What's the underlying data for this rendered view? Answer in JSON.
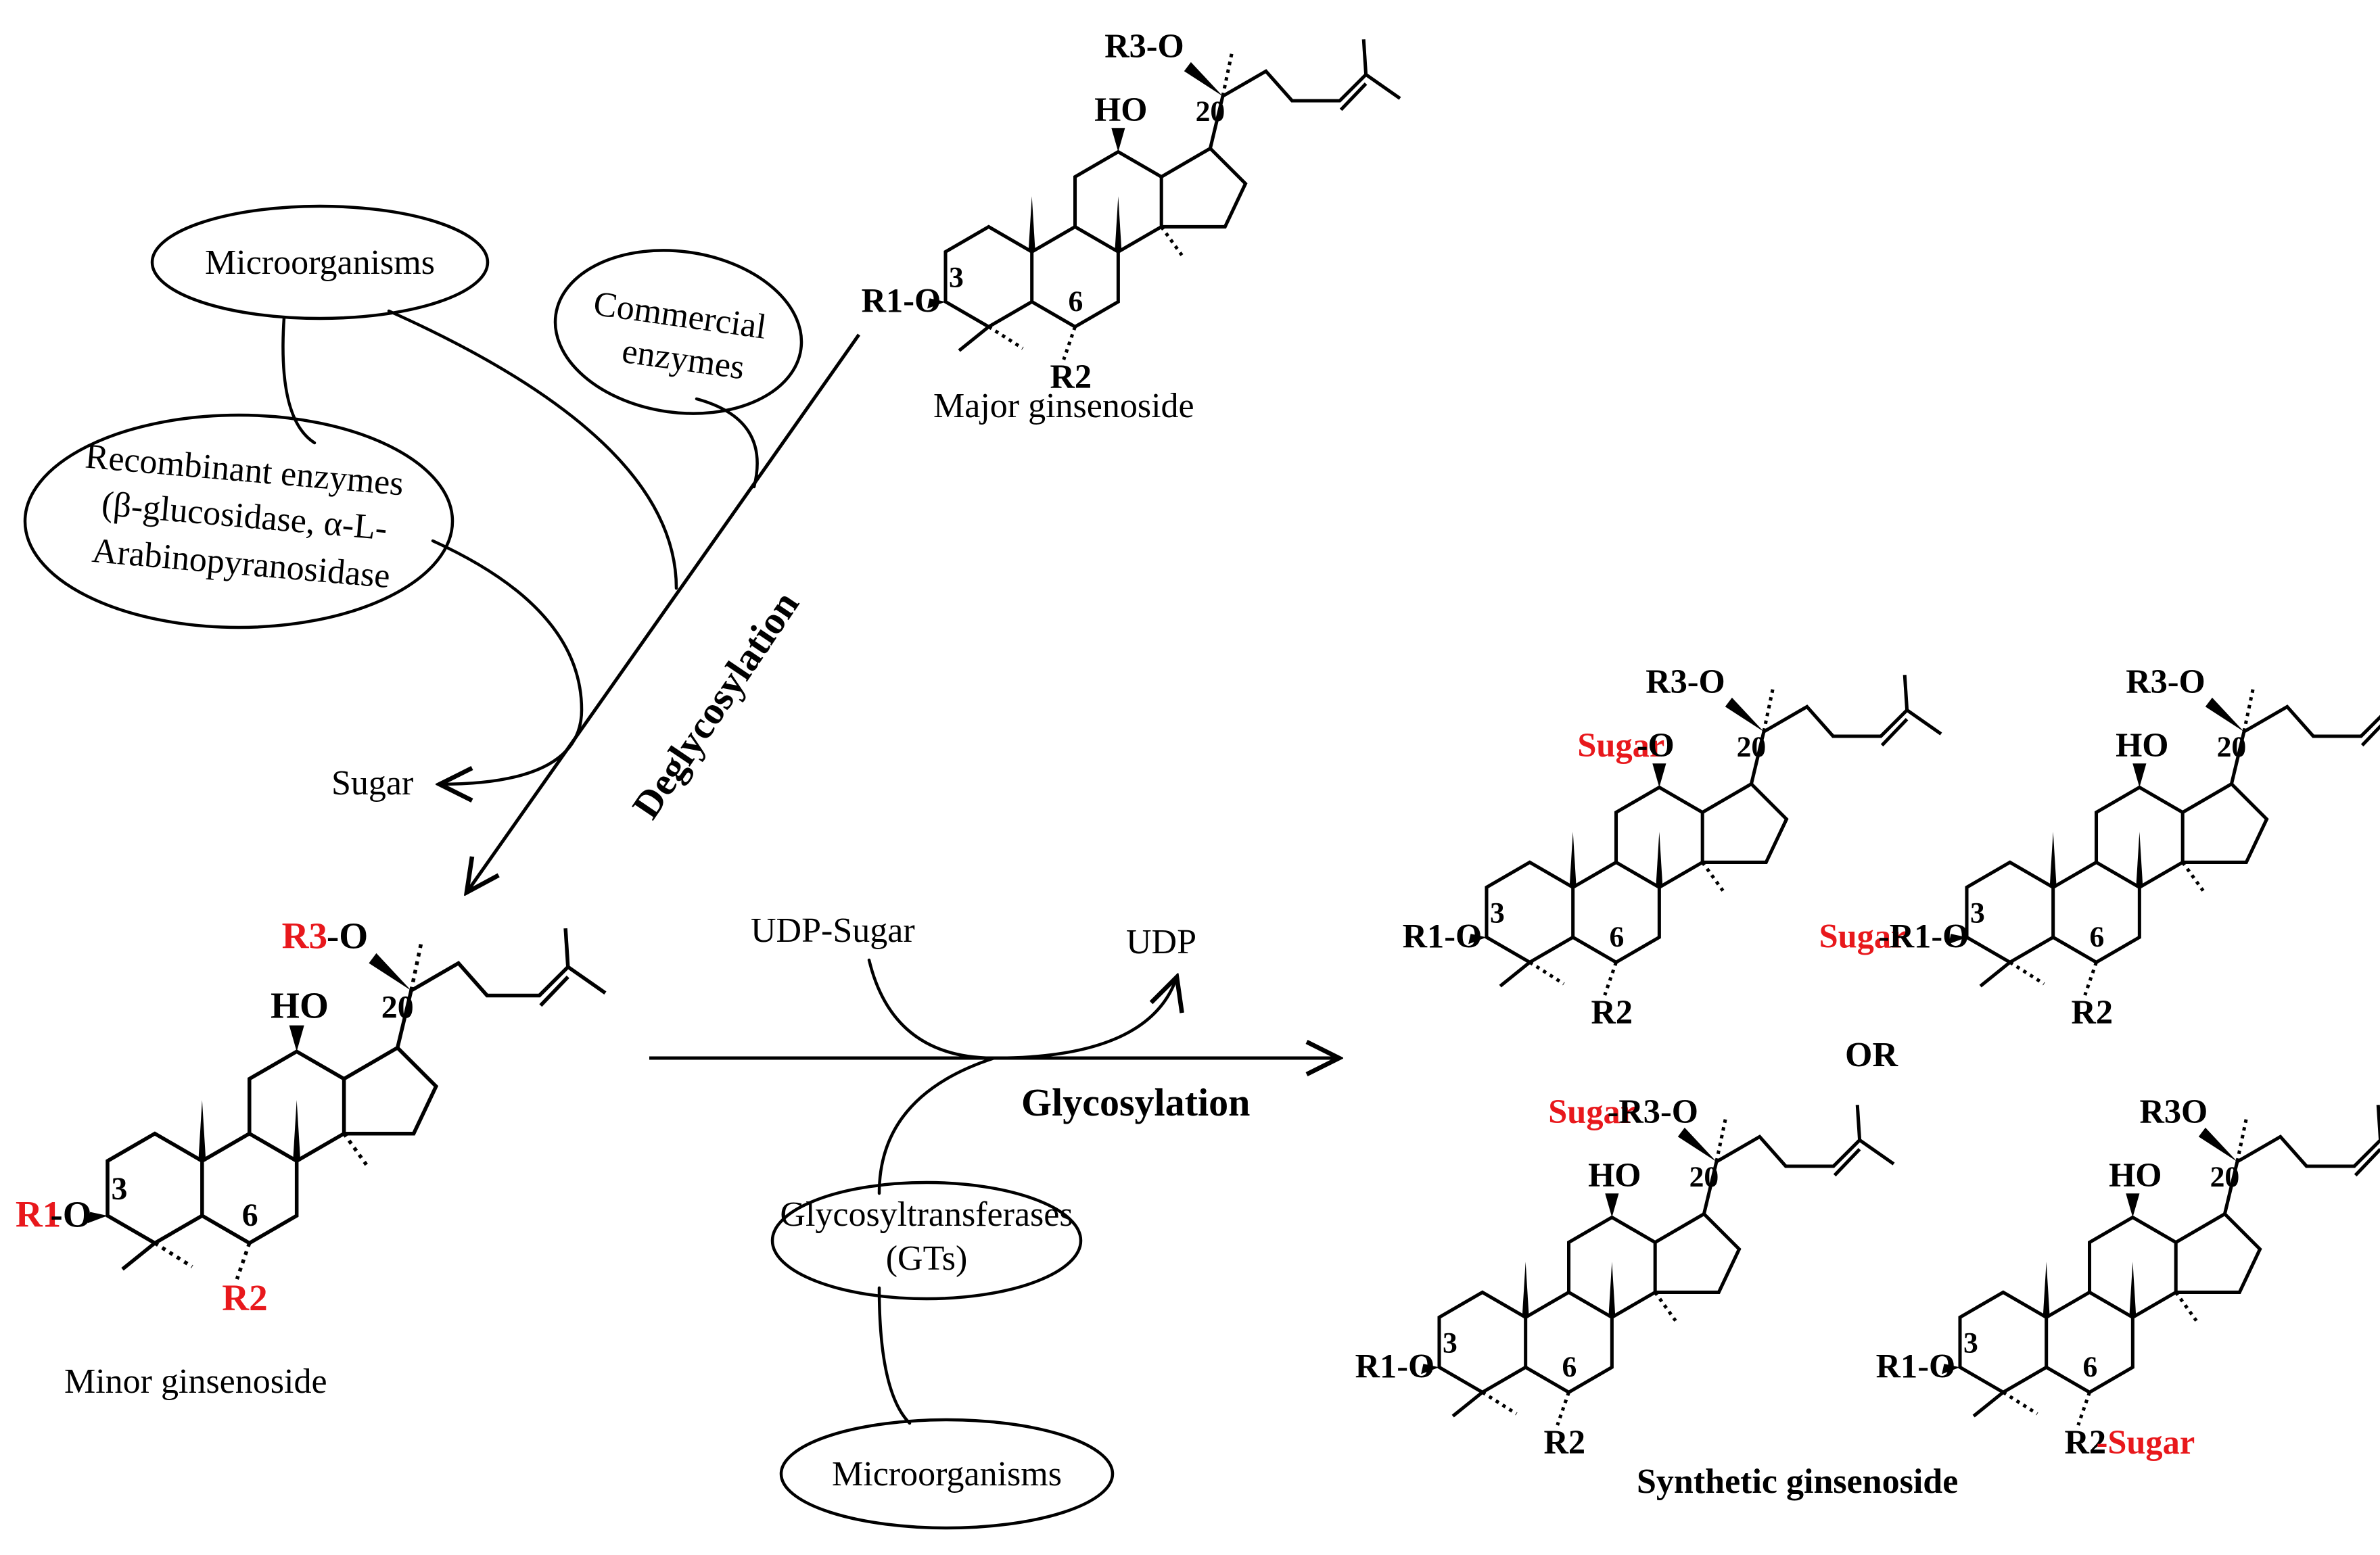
{
  "colors": {
    "ink": "#000000",
    "sugar_highlight": "#e8181c"
  },
  "labels": {
    "microorganisms_top": "Microorganisms",
    "commercial_1": "Commercial",
    "commercial_2": "enzymes",
    "recombinant_1": "Recombinant enzymes",
    "recombinant_2": "(β-glucosidase, α-L-",
    "recombinant_3": "Arabinopyranosidase",
    "sugar": "Sugar",
    "deglycosylation": "Deglycosylation",
    "major": "Major ginsenoside",
    "minor": "Minor ginsenoside",
    "udp_sugar": "UDP-Sugar",
    "udp": "UDP",
    "glycosylation": "Glycosylation",
    "gts_1": "Glycosyltransferases",
    "gts_2": "(GTs)",
    "microorganisms_bottom": "Microorganisms",
    "or": "OR",
    "synthetic": "Synthetic  ginsenoside"
  },
  "structures": {
    "major": {
      "c20": "R3-O",
      "c12": "HO",
      "c3": "R1-O",
      "c6": "R2",
      "n3": "3",
      "n6": "6",
      "n20": "20"
    },
    "minor": {
      "c20_r": "R3",
      "c20_o": "-O",
      "c12": "HO",
      "c3_r": "R1",
      "c3_o": "-O",
      "c6": "R2",
      "n3": "3",
      "n6": "6",
      "n20": "20"
    },
    "synth_a": {
      "c20": "R3-O",
      "c12_sugar": "Sugar",
      "c12_o": "-O",
      "c3": "R1-O",
      "c6": "R2",
      "n3": "3",
      "n6": "6",
      "n20": "20"
    },
    "synth_b": {
      "c20": "R3-O",
      "c12": "HO",
      "c3_sugar": "Sugar",
      "c3_rest": "-R1-O",
      "c6": "R2",
      "n3": "3",
      "n6": "6",
      "n20": "20"
    },
    "synth_c": {
      "c20_sugar": "Sugar",
      "c20_rest": "-R3-O",
      "c12": "HO",
      "c3": "R1-O",
      "c6": "R2",
      "n3": "3",
      "n6": "6",
      "n20": "20"
    },
    "synth_d": {
      "c20": "R3O",
      "c12": "HO",
      "c3": "R1-O",
      "c6_r": "R2",
      "c6_sugar": "-Sugar",
      "n3": "3",
      "n6": "6",
      "n20": "20"
    }
  }
}
